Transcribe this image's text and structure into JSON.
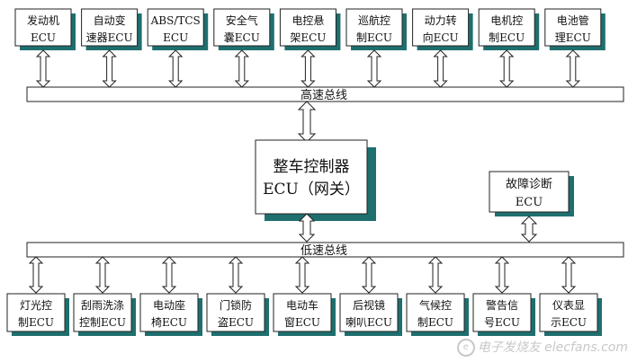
{
  "top_ecus": [
    [
      "发动机",
      "ECU"
    ],
    [
      "自动变",
      "速器ECU"
    ],
    [
      "ABS/TCS",
      "ECU"
    ],
    [
      "安全气",
      "囊ECU"
    ],
    [
      "电控悬",
      "架ECU"
    ],
    [
      "巡航控",
      "制ECU"
    ],
    [
      "动力转",
      "向ECU"
    ],
    [
      "电机控",
      "制ECU"
    ],
    [
      "电池管",
      "理ECU"
    ]
  ],
  "high_bus": "高速总线",
  "gateway": [
    "整车控制器",
    "ECU（网关）"
  ],
  "diagnostic": [
    "故障诊断",
    "ECU"
  ],
  "low_bus": "低速总线",
  "bottom_ecus": [
    [
      "灯光控",
      "制ECU"
    ],
    [
      "刮雨洗涤",
      "控制ECU"
    ],
    [
      "电动座",
      "椅ECU"
    ],
    [
      "门锁防",
      "盗ECU"
    ],
    [
      "电动车",
      "窗ECU"
    ],
    [
      "后视镜",
      "喇叭ECU"
    ],
    [
      "气候控",
      "制ECU"
    ],
    [
      "警告信",
      "号ECU"
    ],
    [
      "仪表显",
      "示ECU"
    ]
  ],
  "watermark": "电子发烧友 elecfans.com",
  "colors": {
    "box_shadow": "#1f6f6f",
    "arrow_fill": "#ffffff",
    "line": "#222222"
  }
}
